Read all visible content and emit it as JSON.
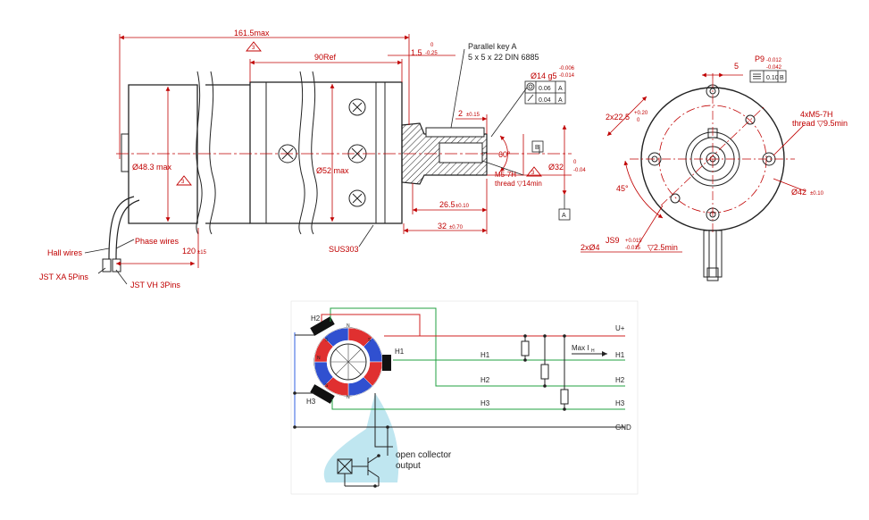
{
  "colors": {
    "dimension": "#c00000",
    "outline": "#222222",
    "hall_red": "#e03030",
    "hall_blue": "#3050d0",
    "wire_green": "#20a040",
    "wire_red": "#d02020",
    "wire_blue": "#3060e0",
    "highlight": "#bfe6f0"
  },
  "side_view": {
    "overall_length": "161.5max",
    "ref_length": "90Ref",
    "triangle_3": "3",
    "shaft_tol_nom": "1.5",
    "shaft_tol_up": "0",
    "shaft_tol_lo": "-0.25",
    "key_line1": "Parallel key A",
    "key_line2": "5 x 5 x 22 DIN 6885",
    "shaft_dia": "Ø14 g5",
    "shaft_dia_up": "-0.006",
    "shaft_dia_lo": "-0.014",
    "tol1_val": "0.06",
    "tol1_ref": "A",
    "tol2_val": "0.04",
    "tol2_ref": "A",
    "key_depth": "2",
    "key_depth_tol": "±0.15",
    "datum_b": "B",
    "datum_a": "A",
    "angle_60": "60°",
    "pilot_dia": "Ø32",
    "pilot_up": "0",
    "pilot_lo": "-0.04",
    "thread_line1": "M5-7H",
    "thread_line2": "thread ▽14min",
    "len_265": "26.5",
    "len_265_tol": "±0.10",
    "len_32": "32",
    "len_32_tol": "±0.70",
    "motor_dia": "Ø48.3 max",
    "gear_dia": "Ø52 max",
    "material": "SUS303",
    "hall_wires": "Hall wires",
    "phase_wires": "Phase wires",
    "wire_len": "120",
    "wire_len_tol": "±15",
    "conn1": "JST XA 5Pins",
    "conn2": "JST VH 3Pins"
  },
  "front_view": {
    "key_width": "P9",
    "key_width_nom": "5",
    "key_width_up": "-0.012",
    "key_width_lo": "-0.042",
    "sym_val": "0.10",
    "sym_ref": "B",
    "bolt_angle": "2x22.5",
    "bolt_angle_up": "+0.20",
    "bolt_angle_lo": "0",
    "thread_line1": "4xM5-7H",
    "thread_line2": "thread ▽9.5min",
    "angle_45": "45°",
    "pcd": "Ø42",
    "pcd_tol": "±0.10",
    "pin_fit": "JS9",
    "pin_dia": "2xØ4",
    "pin_up": "+0.015",
    "pin_lo": "-0.015",
    "pin_depth": "▽2.5min"
  },
  "circuit": {
    "h1": "H1",
    "h2": "H2",
    "h3": "H3",
    "u_plus": "U+",
    "out_h1": "H1",
    "out_h2": "H2",
    "out_h3": "H3",
    "gnd": "GND",
    "max_ih": "Max I",
    "max_ih_sub": "H",
    "oc_line1": "open collector",
    "oc_line2": "output",
    "pole_n": "N",
    "pole_s": "S"
  }
}
